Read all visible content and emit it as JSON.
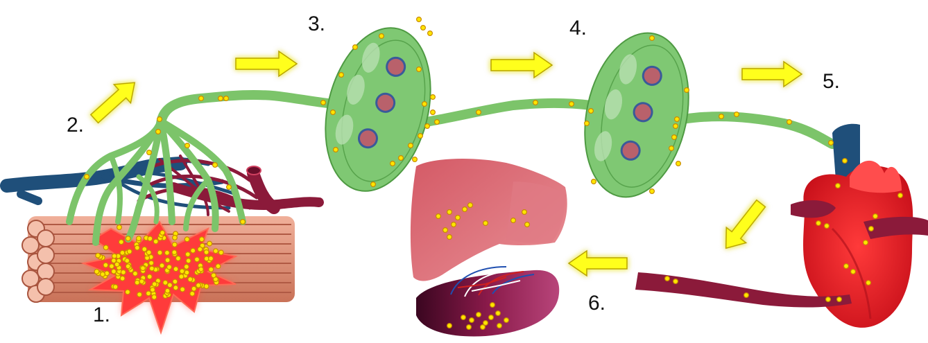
{
  "step_labels": {
    "step1": "1.",
    "step2": "2.",
    "step3": "3.",
    "step4": "4.",
    "step5": "5.",
    "step6": "6."
  },
  "colors": {
    "lymph": "#7cc46a",
    "lymph_dark": "#5fa651",
    "node_fill": "#7fc873",
    "vein": "#1f4f7a",
    "artery": "#8b1a3a",
    "muscle": "#e0967a",
    "injury": "#ff3b3b",
    "particle": "#ffe600",
    "arrow": "#ffff1a",
    "heart": "#e8242a",
    "liver": "#d9525e",
    "spleen": "#6b0f36"
  },
  "icons": [
    "right-arrow-icon",
    "down-left-arrow-icon",
    "left-arrow-icon",
    "up-right-arrow-icon"
  ]
}
